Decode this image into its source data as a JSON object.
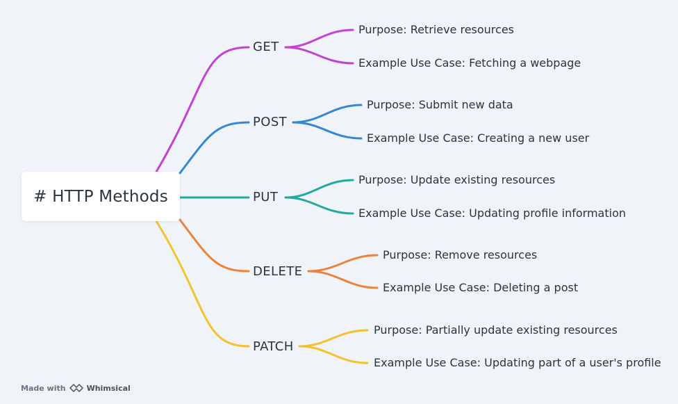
{
  "root": {
    "label": "# HTTP Methods"
  },
  "branches": [
    {
      "label": "GET",
      "color": "#c342d1",
      "children": [
        "Purpose: Retrieve resources",
        "Example Use Case: Fetching a webpage"
      ]
    },
    {
      "label": "POST",
      "color": "#3388d6",
      "children": [
        "Purpose: Submit new data",
        "Example Use Case: Creating a new user"
      ]
    },
    {
      "label": "PUT",
      "color": "#23aaa0",
      "children": [
        "Purpose: Update existing resources",
        "Example Use Case: Updating profile information"
      ]
    },
    {
      "label": "DELETE",
      "color": "#e8843c",
      "children": [
        "Purpose: Remove resources",
        "Example Use Case: Deleting a post"
      ]
    },
    {
      "label": "PATCH",
      "color": "#f2c230",
      "children": [
        "Purpose: Partially update existing resources",
        "Example Use Case: Updating part of a user's profile"
      ]
    }
  ],
  "watermark": {
    "made_with": "Made with",
    "brand": "Whimsical",
    "logo_icon": "whimsical-logo-icon"
  }
}
